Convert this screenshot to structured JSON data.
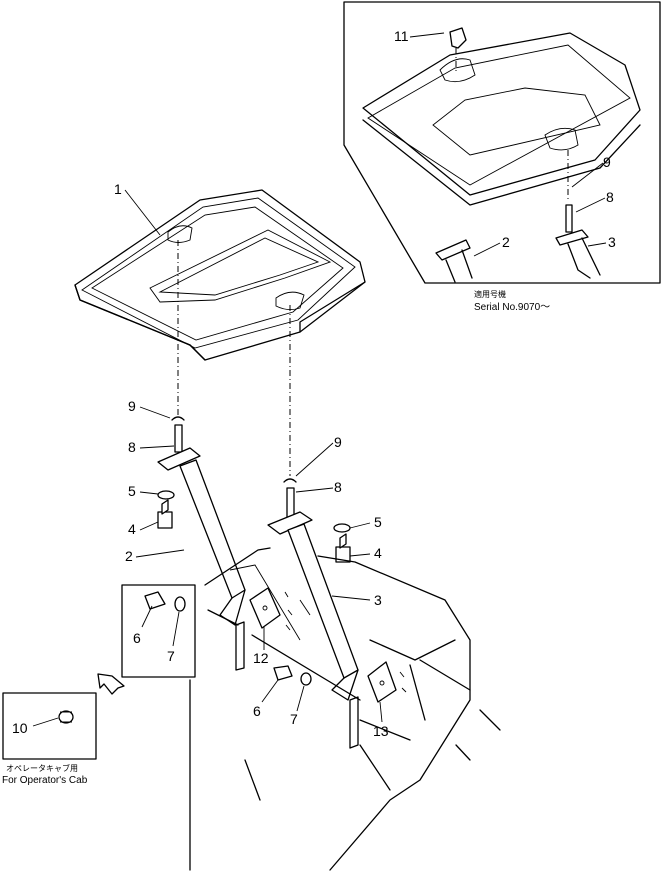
{
  "callouts": {
    "c1": "1",
    "c2": "2",
    "c3": "3",
    "c4": "4",
    "c5": "5",
    "c6": "6",
    "c7": "7",
    "c8": "8",
    "c9": "9",
    "c10": "10",
    "c11": "11",
    "c12": "12",
    "c13": "13"
  },
  "inset_serial": {
    "label_jp": "適用号機",
    "label_en": "Serial No.9070～"
  },
  "inset_cab": {
    "label_jp": "オペレータキャブ用",
    "label_en": "For Operator's Cab"
  }
}
